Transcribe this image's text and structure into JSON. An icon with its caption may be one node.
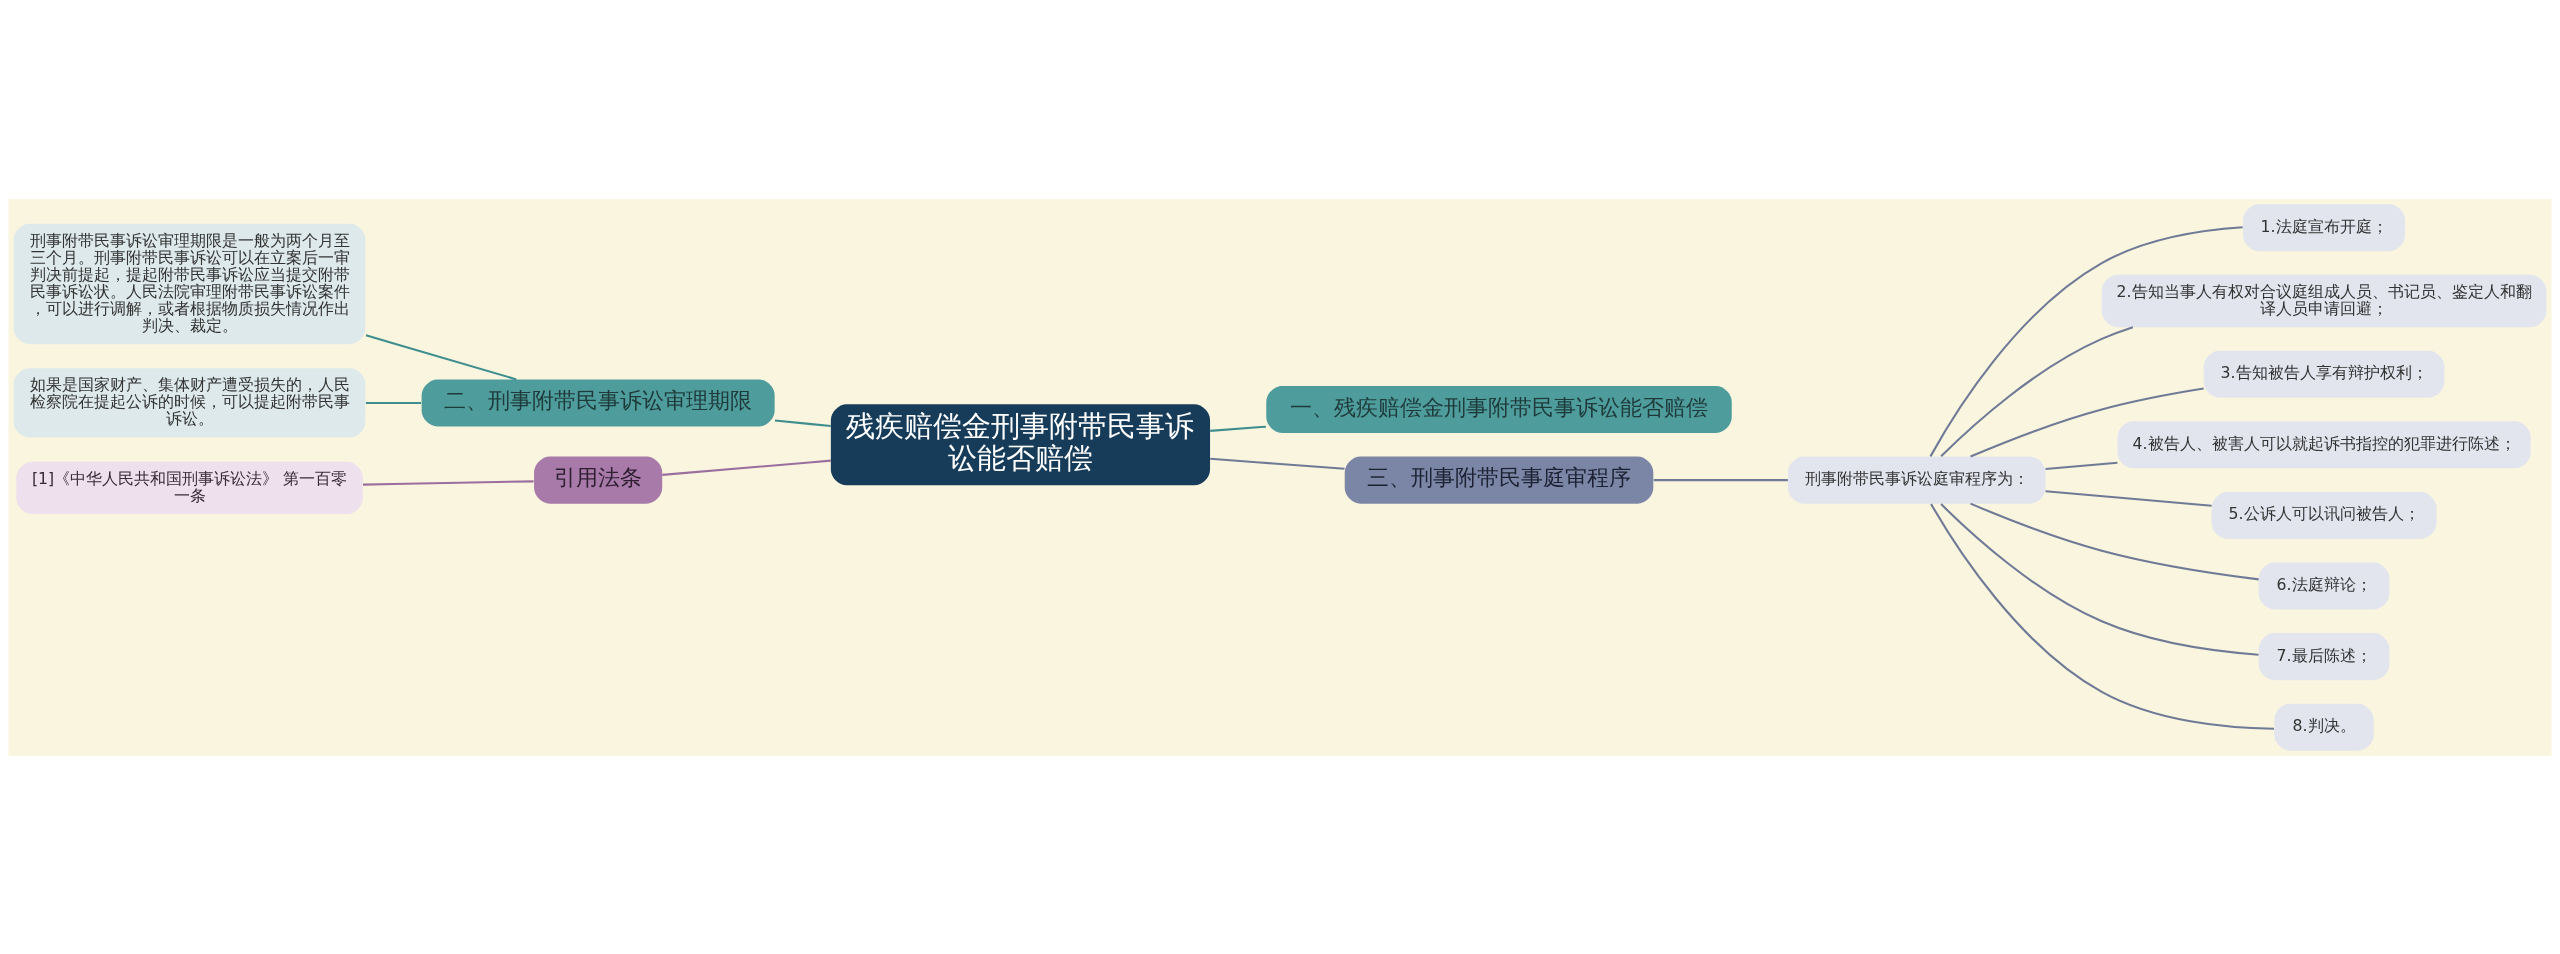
{
  "diagram": {
    "nodes": [
      {
        "text": [
          "残疾赔偿金刑事附带民事诉讼能否赔偿"
        ]
      },
      {
        "text": [
          "一、残疾赔偿金刑事附带民事诉讼能否赔偿"
        ]
      },
      {
        "text": [
          "二、刑事附带民事诉讼审理期限"
        ]
      },
      {
        "text": [
          "刑事附带民事诉讼审理期限是一般为两个月至三个月。刑事附带民事诉讼可以在立案后一审判决前提起，提起附带民事诉讼应当提交附带民事诉讼状。人民法院审理附带民事诉讼案件，可以进行调解，或者根据物质损失情况作出判决、裁定。"
        ]
      },
      {
        "text": [
          "如果是国家财产、集体财产遭受损失的，人民检察院在提起公诉的时候，可以提起附带民事诉讼。"
        ]
      },
      {
        "text": [
          "引用法条"
        ]
      },
      {
        "text": [
          "[1]《中华人民共和国刑事诉讼法》 第一百零一条"
        ]
      },
      {
        "text": [
          "三、刑事附带民事庭审程序"
        ]
      },
      {
        "text": [
          "刑事附带民事诉讼庭审程序为："
        ]
      },
      {
        "text": [
          "1.法庭宣布开庭；"
        ]
      },
      {
        "text": [
          "2.告知当事人有权对合议庭组成人员、书记员、鉴定人和翻译人员申请回避；"
        ]
      },
      {
        "text": [
          "3.告知被告人享有辩护权利；"
        ]
      },
      {
        "text": [
          "4.被告人、被害人可以就起诉书指控的犯罪进行陈述；"
        ]
      },
      {
        "text": [
          "5.公诉人可以讯问被告人；"
        ]
      },
      {
        "text": [
          "6.法庭辩论；"
        ]
      },
      {
        "text": [
          "7.最后陈述；"
        ]
      },
      {
        "text": [
          "8.判决。"
        ]
      }
    ],
    "edges": [
      {
        "from": 0,
        "to": 1,
        "arrow": "none",
        "color": "#3e8e8e"
      },
      {
        "from": 0,
        "to": 2,
        "arrow": "none",
        "color": "#3e8e8e"
      },
      {
        "from": 2,
        "to": 3,
        "arrow": "none",
        "color": "#3e8e8e"
      },
      {
        "from": 2,
        "to": 4,
        "arrow": "none",
        "color": "#3e8e8e"
      },
      {
        "from": 0,
        "to": 5,
        "arrow": "none",
        "color": "#9a6e9e"
      },
      {
        "from": 5,
        "to": 6,
        "arrow": "none",
        "color": "#9a6e9e"
      },
      {
        "from": 0,
        "to": 7,
        "arrow": "none"
      },
      {
        "from": 7,
        "to": 8,
        "arrow": "none"
      },
      {
        "from": 8,
        "to": 9,
        "arrow": "none"
      },
      {
        "from": 8,
        "to": 10,
        "arrow": "none"
      },
      {
        "from": 8,
        "to": 11,
        "arrow": "none"
      },
      {
        "from": 8,
        "to": 12,
        "arrow": "none"
      },
      {
        "from": 8,
        "to": 13,
        "arrow": "none"
      },
      {
        "from": 8,
        "to": 14,
        "arrow": "none"
      },
      {
        "from": 8,
        "to": 15,
        "arrow": "none"
      },
      {
        "from": 8,
        "to": 16,
        "arrow": "none"
      }
    ]
  }
}
